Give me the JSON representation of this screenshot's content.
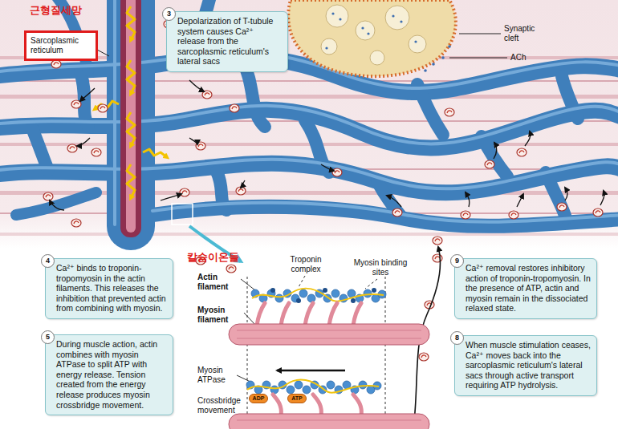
{
  "diagram": {
    "nodes": [
      {
        "text": [
          "Sarcoplasmic reticulum"
        ]
      },
      {
        "text": [
          "3",
          "Depolarization of T-tubule system causes Ca²⁺ release from the sarcoplasmic reticulum's lateral sacs"
        ]
      },
      {
        "text": [
          "4",
          "Ca²⁺ binds to troponin-tropomyosin in the actin filaments. This releases the inhibition that prevented actin from combining with myosin."
        ]
      },
      {
        "text": [
          "5",
          "During muscle action, actin combines with myosin ATPase to split ATP with energy release. Tension created from the energy release produces myosin crossbridge movement."
        ]
      },
      {
        "text": [
          "9",
          "Ca²⁺ removal restores inhibitory action of troponin-tropomyosin. In the presence of ATP, actin and myosin remain in the dissociated relaxed state."
        ]
      },
      {
        "text": [
          "8",
          "When muscle stimulation ceases, Ca²⁺ moves back into the sarcoplasmic reticulum's lateral sacs through active transport requiring ATP hydrolysis."
        ]
      },
      {
        "text": [
          "ADP"
        ]
      },
      {
        "text": [
          "ATP"
        ]
      }
    ],
    "labels": [
      "근형질세망",
      "Synaptic cleft",
      "ACh",
      "칼슘이온들",
      "Troponin complex",
      "Myosin binding sites",
      "Actin filament",
      "Myosin filament",
      "Myosin ATPase",
      "Crossbridge movement"
    ]
  }
}
